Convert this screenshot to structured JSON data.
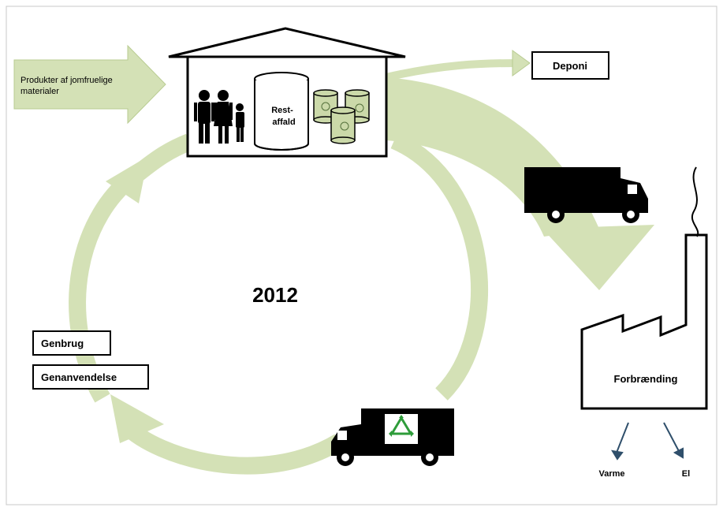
{
  "year": "2012",
  "input_label_line1": "Produkter af jomfruelige",
  "input_label_line2": "materialer",
  "household": {
    "bin_label_line1": "Rest-",
    "bin_label_line2": "affald"
  },
  "outputs": {
    "landfill": "Deponi",
    "incineration": "Forbrænding",
    "heat": "Varme",
    "electricity": "El"
  },
  "recycling": {
    "reuse": "Genbrug",
    "recycle": "Genanvendelse"
  },
  "colors": {
    "flow_fill": "#d4e1b6",
    "flow_stroke": "#b9cc92",
    "bin_green": "#cbd9a9",
    "black": "#000000",
    "recycle_green": "#2e9c3a",
    "arrow_blue": "#2f4f6b"
  }
}
